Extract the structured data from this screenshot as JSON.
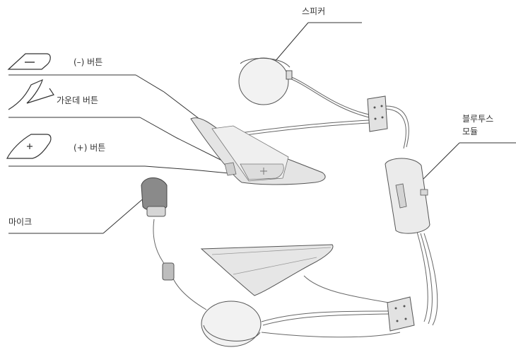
{
  "labels": {
    "speaker": "스피커",
    "minus_button": "(–) 버튼",
    "center_button": "가운데 버튼",
    "plus_button": "(+) 버튼",
    "bluetooth_module_line1": "블루투스",
    "bluetooth_module_line2": "모듈",
    "microphone": "마이크"
  },
  "icons": {
    "minus_key": "minus-key-icon",
    "center_key": "center-key-icon",
    "plus_key": "plus-key-icon"
  },
  "colors": {
    "line": "#333333",
    "part_fill": "#e6e6e6",
    "part_shade": "#cfcfcf",
    "mic_foam": "#8a8a8a"
  }
}
